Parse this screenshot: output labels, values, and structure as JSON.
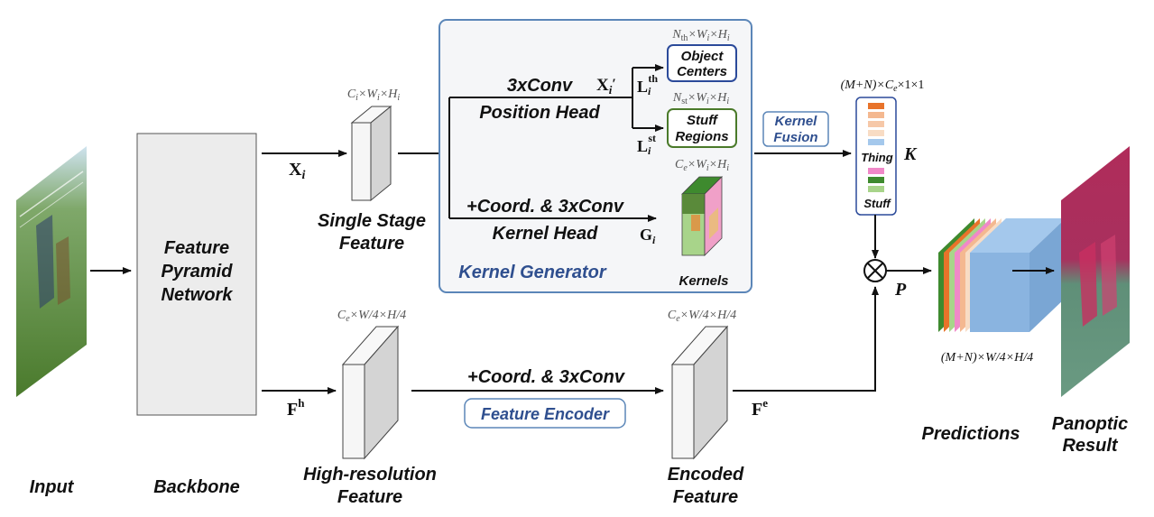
{
  "stages": {
    "input": "Input",
    "backbone": "Backbone",
    "fpn_line1": "Feature",
    "fpn_line2": "Pyramid",
    "fpn_line3": "Network",
    "single_stage_line1": "Single Stage",
    "single_stage_line2": "Feature",
    "high_res_line1": "High-resolution",
    "high_res_line2": "Feature",
    "encoded_line1": "Encoded",
    "encoded_line2": "Feature",
    "predictions": "Predictions",
    "panoptic_line1": "Panoptic",
    "panoptic_line2": "Result"
  },
  "kernel_generator": {
    "title": "Kernel Generator",
    "position_conv": "3xConv",
    "position_head": "Position Head",
    "kernel_conv": "+Coord. & 3xConv",
    "kernel_head": "Kernel Head",
    "object_centers_line1": "Object",
    "object_centers_line2": "Centers",
    "stuff_regions_line1": "Stuff",
    "stuff_regions_line2": "Regions",
    "kernels": "Kernels",
    "dim_th": "N_th×W_i×H_i",
    "dim_st": "N_st×W_i×H_i",
    "dim_g": "C_e×W_i×H_i"
  },
  "kernel_fusion_line1": "Kernel",
  "kernel_fusion_line2": "Fusion",
  "thing": "Thing",
  "stuff": "Stuff",
  "feature_encoder": "Feature Encoder",
  "encoder_conv": "+Coord. & 3xConv",
  "symbols": {
    "xi": "X",
    "xi_sub": "i",
    "xi_prime": "X",
    "li": "L",
    "th": "th",
    "st": "st",
    "gi": "G",
    "k": "K",
    "p": "P",
    "fh": "F",
    "h": "h",
    "fe": "F",
    "e": "e"
  },
  "dims": {
    "single": "C_i×W_i×H_i",
    "k": "(M+N)×C_e×1×1",
    "highres": "C_e×W/4×H/4",
    "encoded": "C_e×W/4×H/4",
    "pred": "(M+N)×W/4×H/4"
  },
  "colors": {
    "accent_blue": "#2f4f8f",
    "kernel_box_border": "#5b86b8",
    "object_centers_border": "#2b4a9a",
    "stuff_regions_border": "#4a7a2a",
    "block_fill": "#ececec"
  }
}
